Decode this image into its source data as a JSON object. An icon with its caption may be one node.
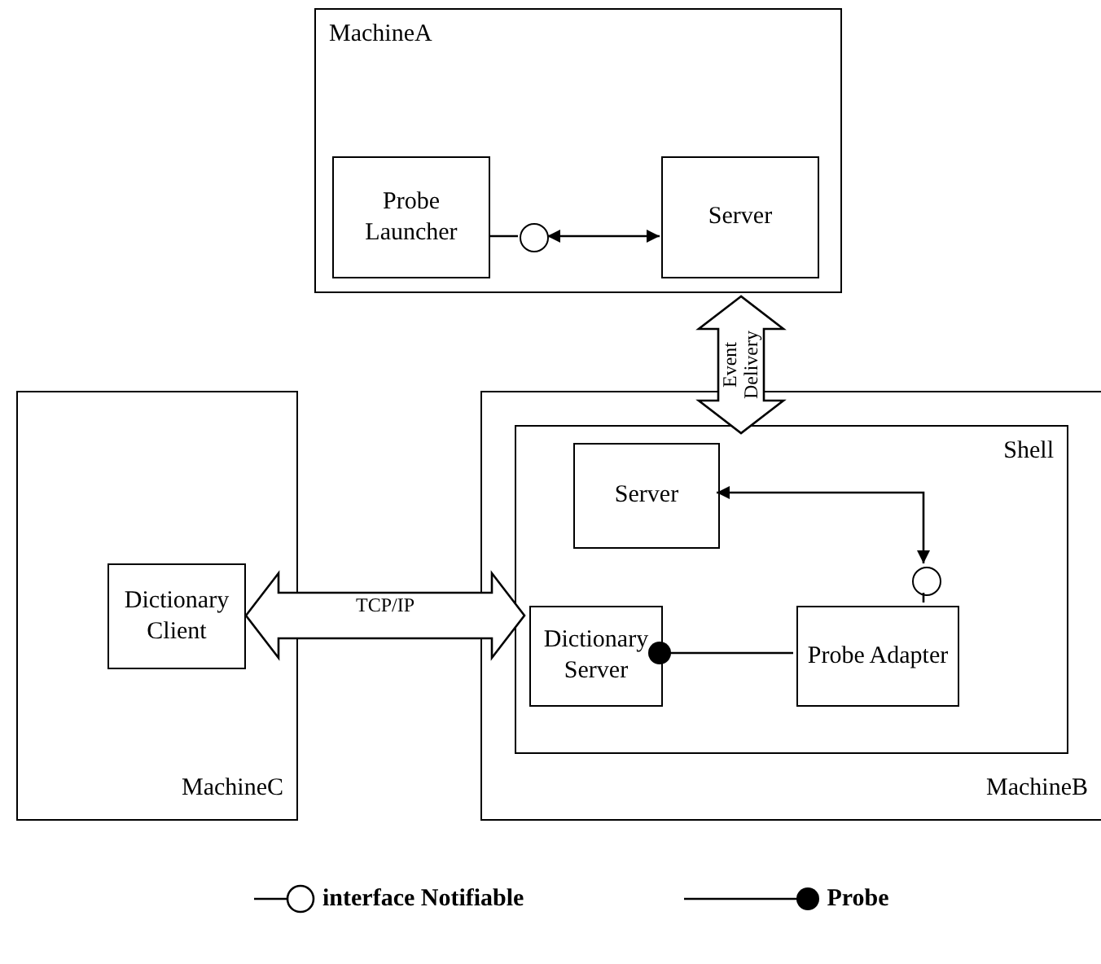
{
  "diagram": {
    "nodes": [
      {
        "text": [
          "MachineA"
        ]
      },
      {
        "text": [
          "Probe Launcher"
        ],
        "in": 0
      },
      {
        "text": [],
        "shape": "circle",
        "in": 0
      },
      {
        "text": [
          "Server"
        ],
        "in": 0
      },
      {
        "text": [
          "MachineC"
        ]
      },
      {
        "text": [
          "Dictionary Client"
        ],
        "in": 4
      },
      {
        "text": [
          "MachineB"
        ]
      },
      {
        "text": [
          "Shell"
        ],
        "in": 6
      },
      {
        "text": [
          "Server"
        ],
        "in": 7
      },
      {
        "text": [],
        "shape": "circle",
        "in": 7
      },
      {
        "text": [
          "Dictionary Server"
        ],
        "in": 7
      },
      {
        "text": [
          "Probe Adapter"
        ],
        "in": 7
      }
    ],
    "edges": [
      {
        "from": 1,
        "to": 2,
        "arrow": "none"
      },
      {
        "from": 2,
        "to": 3,
        "arrow": "both"
      },
      {
        "from": 0,
        "to": 7,
        "arrow": "both",
        "style": "thick",
        "label": "Event Delivery"
      },
      {
        "from": 8,
        "to": 9,
        "arrow": "both"
      },
      {
        "from": 9,
        "to": 11,
        "arrow": "none"
      },
      {
        "from": 5,
        "to": 10,
        "arrow": "both",
        "style": "thick",
        "label": "TCP/IP"
      },
      {
        "from": 11,
        "to": 10,
        "arrow": "other"
      }
    ],
    "legend": [
      {
        "text": "interface Notifiable"
      },
      {
        "text": "Probe"
      }
    ]
  }
}
